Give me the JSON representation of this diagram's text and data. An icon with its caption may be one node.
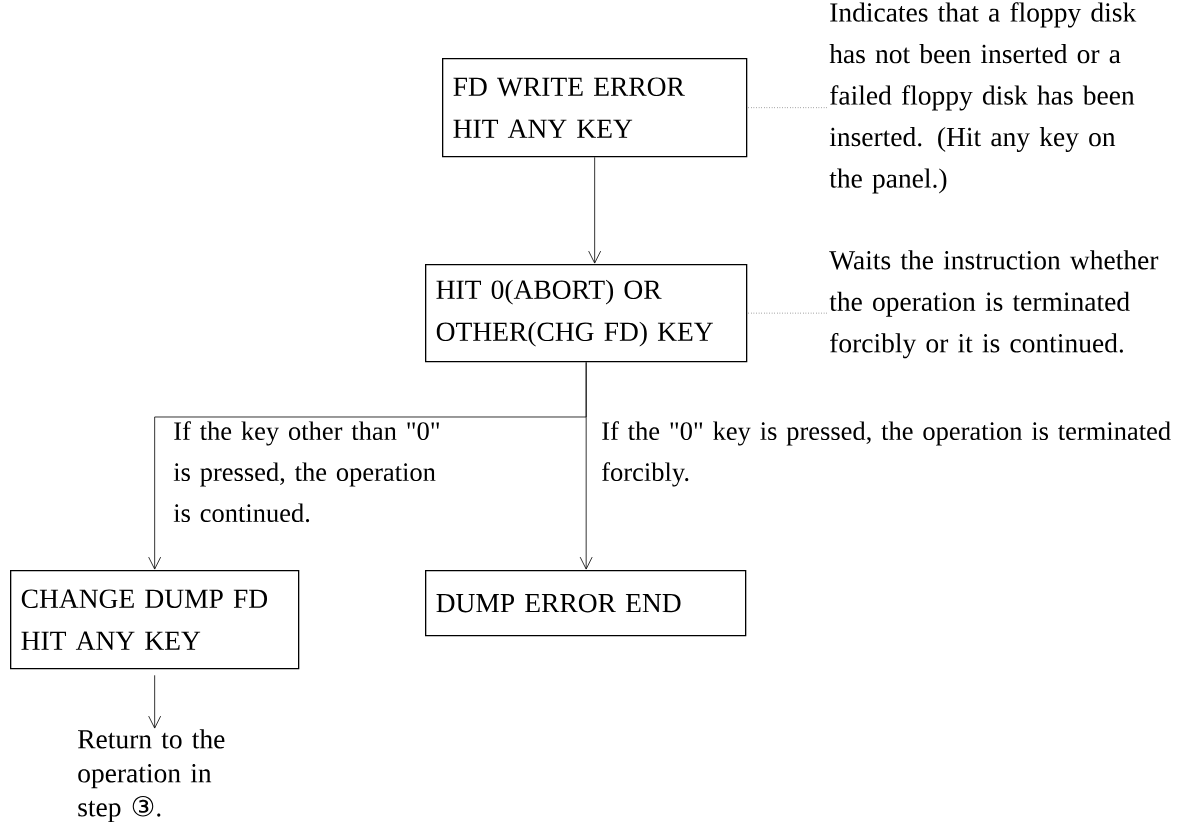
{
  "diagram": {
    "nodes": [
      {
        "text": [
          "FD WRITE ERROR",
          "HIT ANY KEY"
        ]
      },
      {
        "text": [
          "Indicates that a floppy disk has not been inserted or a failed floppy disk has been inserted. (Hit any key on the panel.)"
        ]
      },
      {
        "text": [
          "HIT 0(ABORT) OR",
          "OTHER(CHG FD) KEY"
        ]
      },
      {
        "text": [
          "Waits the instruction whether the operation is terminated forcibly or it is continued."
        ]
      },
      {
        "text": [
          "CHANGE DUMP FD",
          "HIT ANY KEY"
        ]
      },
      {
        "text": [
          "DUMP ERROR END"
        ]
      },
      {
        "text": [
          "Return to the operation in step ③."
        ]
      }
    ],
    "edges": [
      {
        "from": 0,
        "to": 2,
        "arrow": "to"
      },
      {
        "from": 1,
        "to": 0,
        "arrow": "none",
        "style": "dashed"
      },
      {
        "from": 2,
        "to": 4,
        "arrow": "to",
        "label": "If the key other than \"0\" is pressed, the operation is continued."
      },
      {
        "from": 2,
        "to": 5,
        "arrow": "to",
        "label": "If the \"0\" key is pressed, the operation is terminated forcibly."
      },
      {
        "from": 3,
        "to": 2,
        "arrow": "none",
        "style": "dashed"
      },
      {
        "from": 4,
        "to": 6,
        "arrow": "to"
      }
    ]
  }
}
